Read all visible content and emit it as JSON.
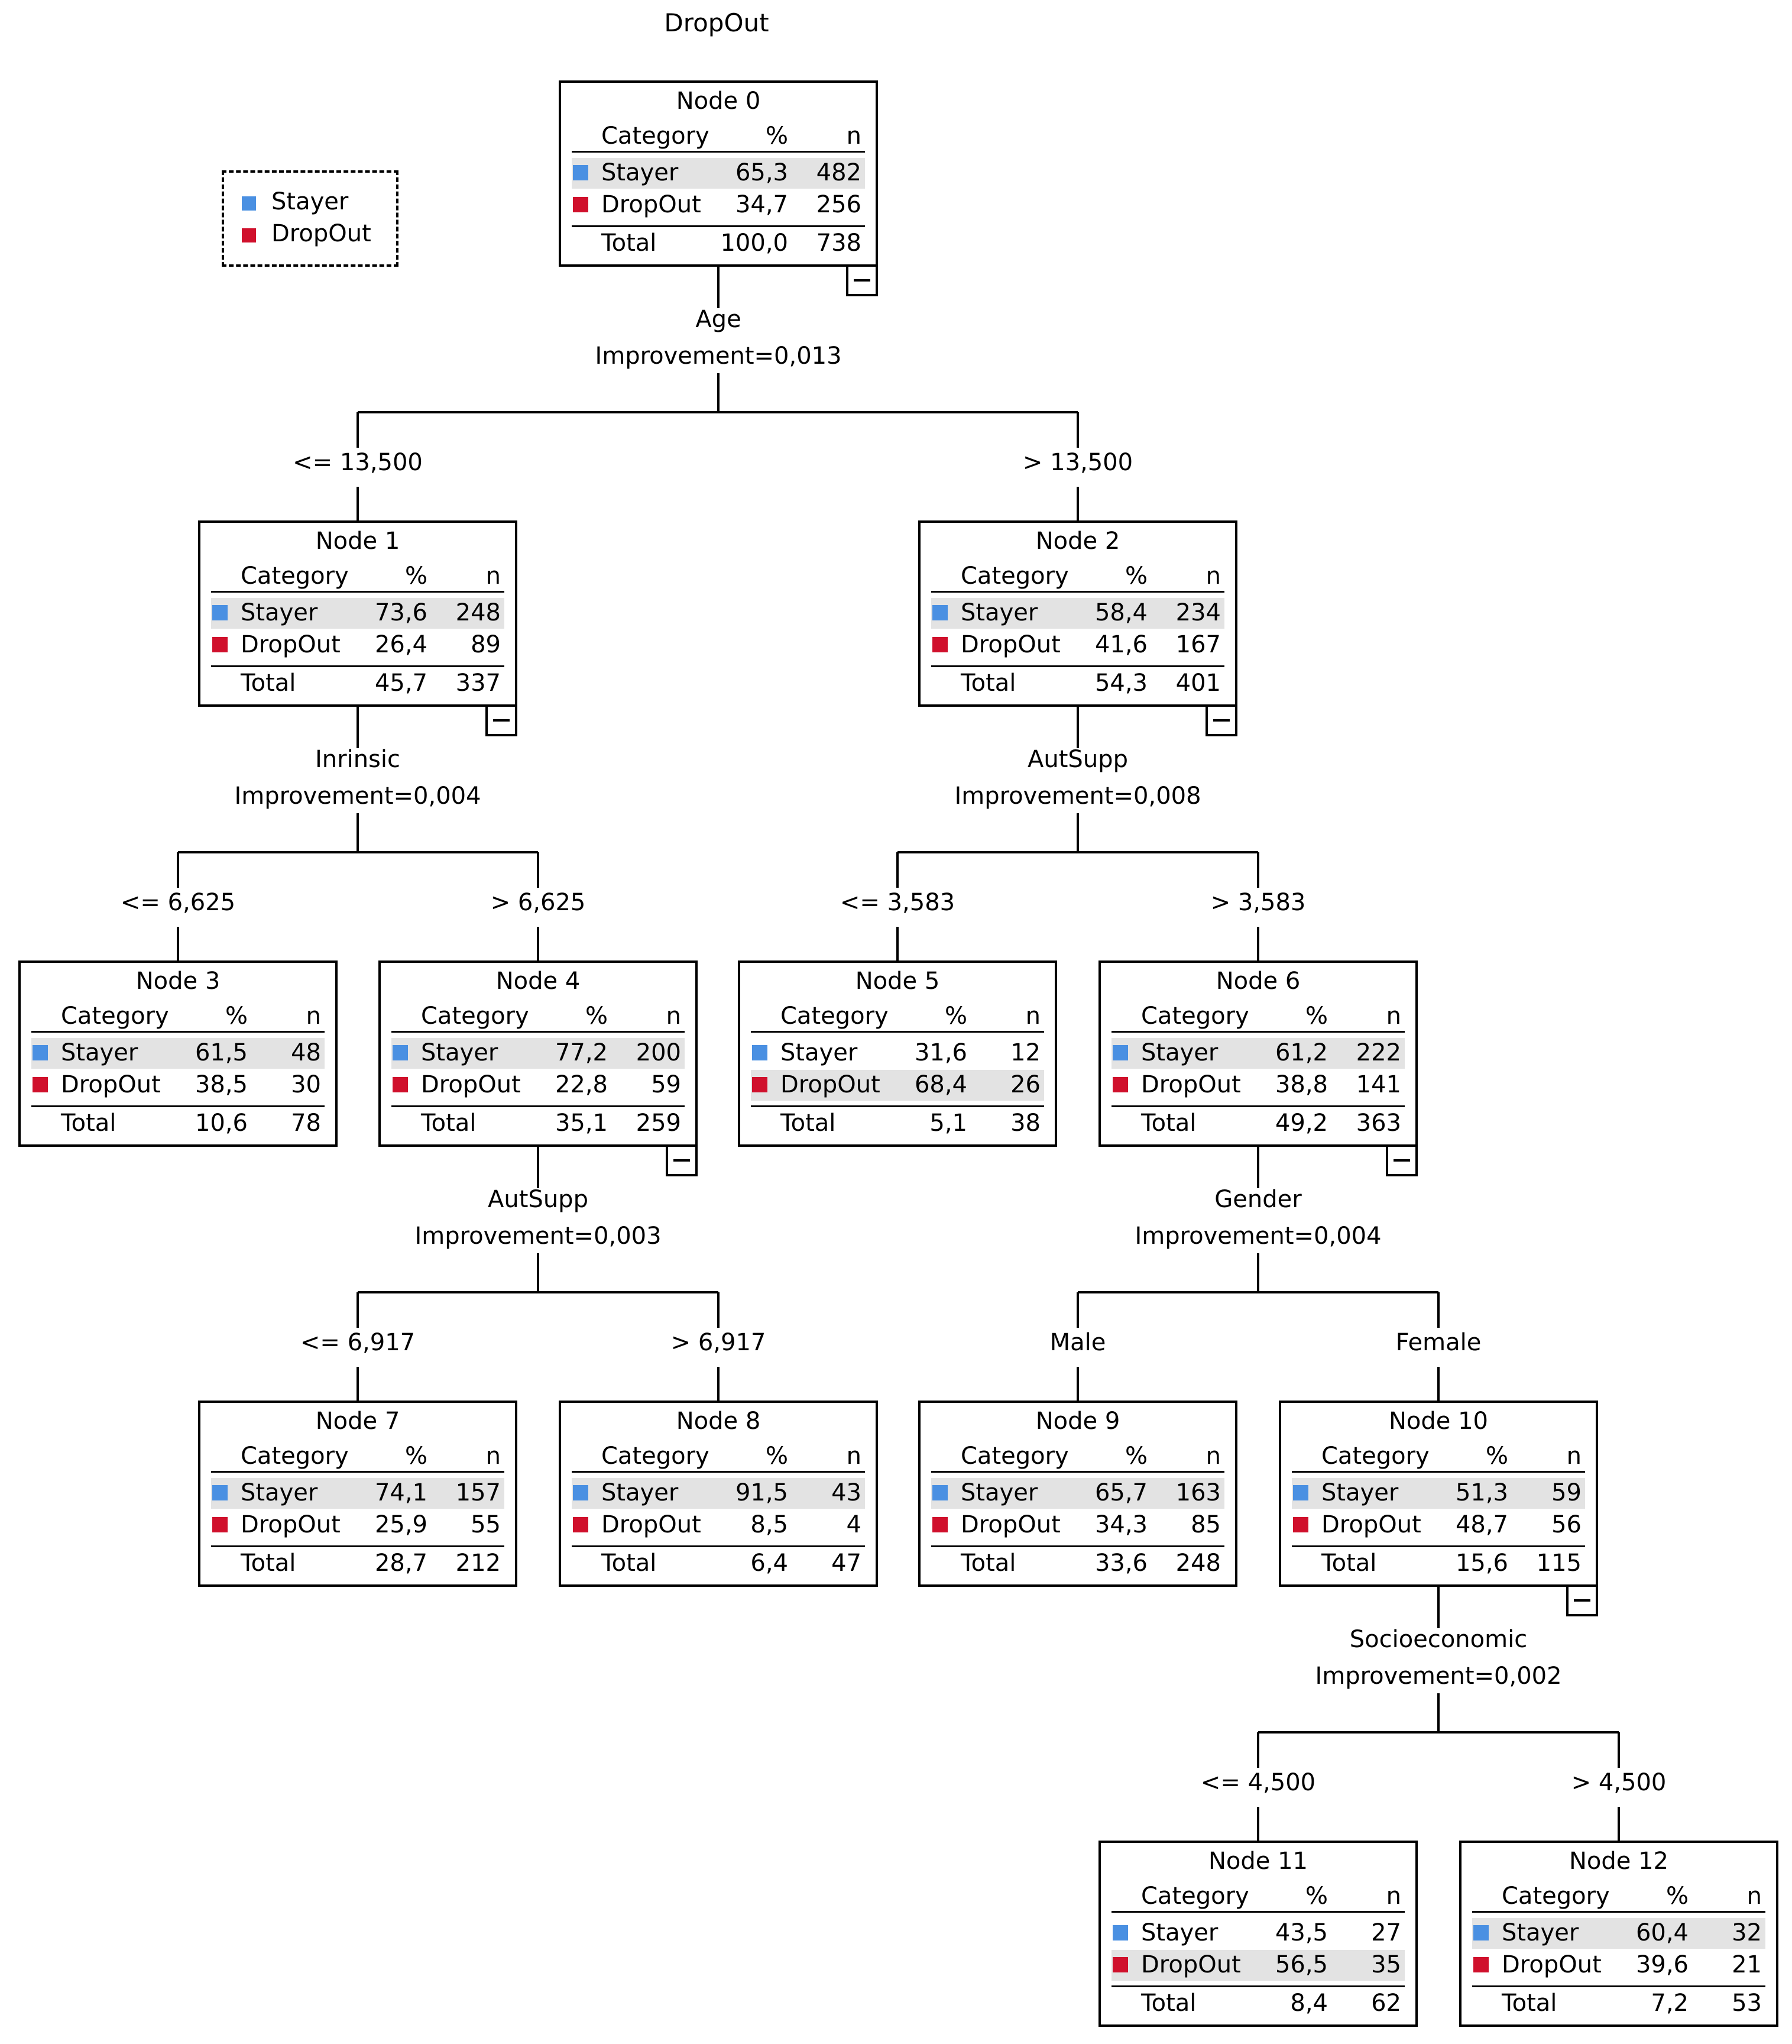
{
  "title": "DropOut",
  "legend": [
    {
      "label": "Stayer",
      "color": "#4a90e2"
    },
    {
      "label": "DropOut",
      "color": "#d0102c"
    }
  ],
  "table_headers": {
    "category": "Category",
    "pct": "%",
    "n": "n"
  },
  "total_label": "Total",
  "nodes": [
    {
      "id": 0,
      "title": "Node 0",
      "stayer_pct": "65,3",
      "stayer_n": "482",
      "dropout_pct": "34,7",
      "dropout_n": "256",
      "total_pct": "100,0",
      "total_n": "738",
      "highlight": "stayer",
      "collapsible": true
    },
    {
      "id": 1,
      "title": "Node 1",
      "stayer_pct": "73,6",
      "stayer_n": "248",
      "dropout_pct": "26,4",
      "dropout_n": "89",
      "total_pct": "45,7",
      "total_n": "337",
      "highlight": "stayer",
      "collapsible": true
    },
    {
      "id": 2,
      "title": "Node 2",
      "stayer_pct": "58,4",
      "stayer_n": "234",
      "dropout_pct": "41,6",
      "dropout_n": "167",
      "total_pct": "54,3",
      "total_n": "401",
      "highlight": "stayer",
      "collapsible": true
    },
    {
      "id": 3,
      "title": "Node 3",
      "stayer_pct": "61,5",
      "stayer_n": "48",
      "dropout_pct": "38,5",
      "dropout_n": "30",
      "total_pct": "10,6",
      "total_n": "78",
      "highlight": "stayer",
      "collapsible": false
    },
    {
      "id": 4,
      "title": "Node 4",
      "stayer_pct": "77,2",
      "stayer_n": "200",
      "dropout_pct": "22,8",
      "dropout_n": "59",
      "total_pct": "35,1",
      "total_n": "259",
      "highlight": "stayer",
      "collapsible": true
    },
    {
      "id": 5,
      "title": "Node 5",
      "stayer_pct": "31,6",
      "stayer_n": "12",
      "dropout_pct": "68,4",
      "dropout_n": "26",
      "total_pct": "5,1",
      "total_n": "38",
      "highlight": "dropout",
      "collapsible": false
    },
    {
      "id": 6,
      "title": "Node 6",
      "stayer_pct": "61,2",
      "stayer_n": "222",
      "dropout_pct": "38,8",
      "dropout_n": "141",
      "total_pct": "49,2",
      "total_n": "363",
      "highlight": "stayer",
      "collapsible": true
    },
    {
      "id": 7,
      "title": "Node 7",
      "stayer_pct": "74,1",
      "stayer_n": "157",
      "dropout_pct": "25,9",
      "dropout_n": "55",
      "total_pct": "28,7",
      "total_n": "212",
      "highlight": "stayer",
      "collapsible": false
    },
    {
      "id": 8,
      "title": "Node 8",
      "stayer_pct": "91,5",
      "stayer_n": "43",
      "dropout_pct": "8,5",
      "dropout_n": "4",
      "total_pct": "6,4",
      "total_n": "47",
      "highlight": "stayer",
      "collapsible": false
    },
    {
      "id": 9,
      "title": "Node 9",
      "stayer_pct": "65,7",
      "stayer_n": "163",
      "dropout_pct": "34,3",
      "dropout_n": "85",
      "total_pct": "33,6",
      "total_n": "248",
      "highlight": "stayer",
      "collapsible": false
    },
    {
      "id": 10,
      "title": "Node 10",
      "stayer_pct": "51,3",
      "stayer_n": "59",
      "dropout_pct": "48,7",
      "dropout_n": "56",
      "total_pct": "15,6",
      "total_n": "115",
      "highlight": "stayer",
      "collapsible": true
    },
    {
      "id": 11,
      "title": "Node 11",
      "stayer_pct": "43,5",
      "stayer_n": "27",
      "dropout_pct": "56,5",
      "dropout_n": "35",
      "total_pct": "8,4",
      "total_n": "62",
      "highlight": "dropout",
      "collapsible": false
    },
    {
      "id": 12,
      "title": "Node 12",
      "stayer_pct": "60,4",
      "stayer_n": "32",
      "dropout_pct": "39,6",
      "dropout_n": "21",
      "total_pct": "7,2",
      "total_n": "53",
      "highlight": "stayer",
      "collapsible": false
    }
  ],
  "splits": [
    {
      "parent": 0,
      "variable": "Age",
      "improvement": "Improvement=0,013",
      "children": [
        {
          "node": 1,
          "label": "<= 13,500"
        },
        {
          "node": 2,
          "label": "> 13,500"
        }
      ]
    },
    {
      "parent": 1,
      "variable": "Inrinsic",
      "improvement": "Improvement=0,004",
      "children": [
        {
          "node": 3,
          "label": "<= 6,625"
        },
        {
          "node": 4,
          "label": "> 6,625"
        }
      ]
    },
    {
      "parent": 2,
      "variable": "AutSupp",
      "improvement": "Improvement=0,008",
      "children": [
        {
          "node": 5,
          "label": "<= 3,583"
        },
        {
          "node": 6,
          "label": "> 3,583"
        }
      ]
    },
    {
      "parent": 4,
      "variable": "AutSupp",
      "improvement": "Improvement=0,003",
      "children": [
        {
          "node": 7,
          "label": "<= 6,917"
        },
        {
          "node": 8,
          "label": "> 6,917"
        }
      ]
    },
    {
      "parent": 6,
      "variable": "Gender",
      "improvement": "Improvement=0,004",
      "children": [
        {
          "node": 9,
          "label": "Male"
        },
        {
          "node": 10,
          "label": "Female"
        }
      ]
    },
    {
      "parent": 10,
      "variable": "Socioeconomic",
      "improvement": "Improvement=0,002",
      "children": [
        {
          "node": 11,
          "label": "<= 4,500"
        },
        {
          "node": 12,
          "label": "> 4,500"
        }
      ]
    }
  ]
}
